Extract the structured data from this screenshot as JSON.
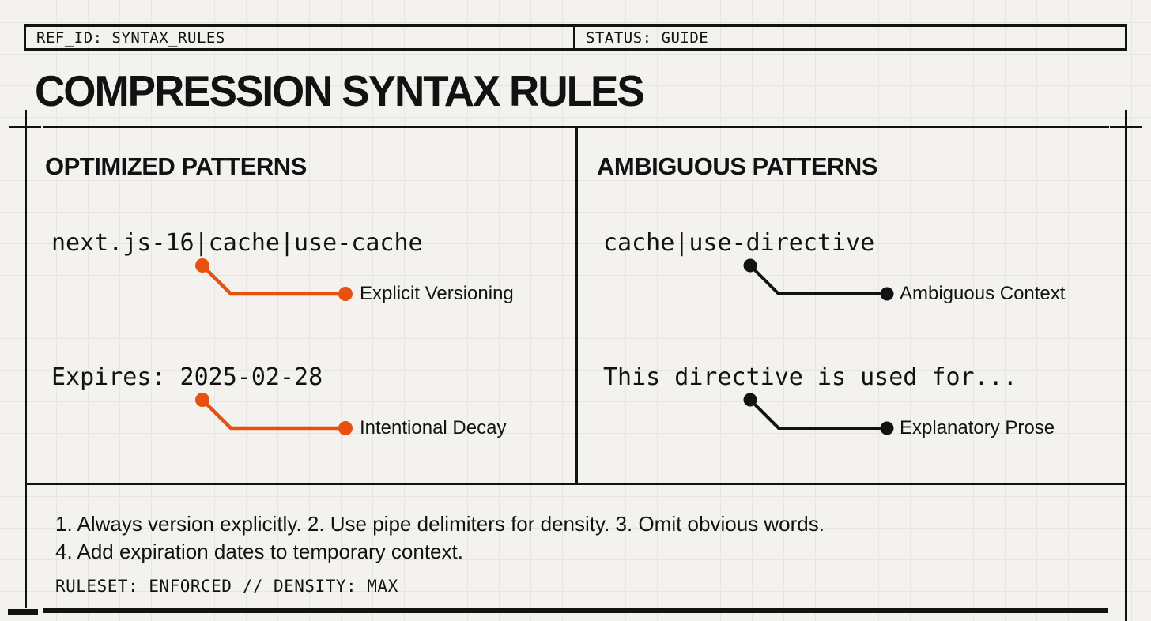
{
  "colors": {
    "accent": "#e8500f",
    "ink": "#121212",
    "paper": "#f3f2ef",
    "grid": "#e6e5e1"
  },
  "header": {
    "ref_label": "REF_ID: SYNTAX_RULES",
    "status_label": "STATUS: GUIDE"
  },
  "title": "COMPRESSION SYNTAX RULES",
  "panels": {
    "optimized": {
      "heading": "OPTIMIZED PATTERNS",
      "examples": [
        {
          "code": "next.js-16|cache|use-cache",
          "annotation": "Explicit Versioning"
        },
        {
          "code": "Expires: 2025-02-28",
          "annotation": "Intentional Decay"
        }
      ]
    },
    "ambiguous": {
      "heading": "AMBIGUOUS PATTERNS",
      "examples": [
        {
          "code": "cache|use-directive",
          "annotation": "Ambiguous Context"
        },
        {
          "code": "This directive is used for...",
          "annotation": "Explanatory Prose"
        }
      ]
    }
  },
  "footer": {
    "rules": [
      "1. Always version explicitly. 2. Use pipe delimiters for density. 3. Omit obvious words.",
      "4. Add expiration dates to temporary context."
    ],
    "ruleset": "RULESET: ENFORCED // DENSITY: MAX"
  }
}
